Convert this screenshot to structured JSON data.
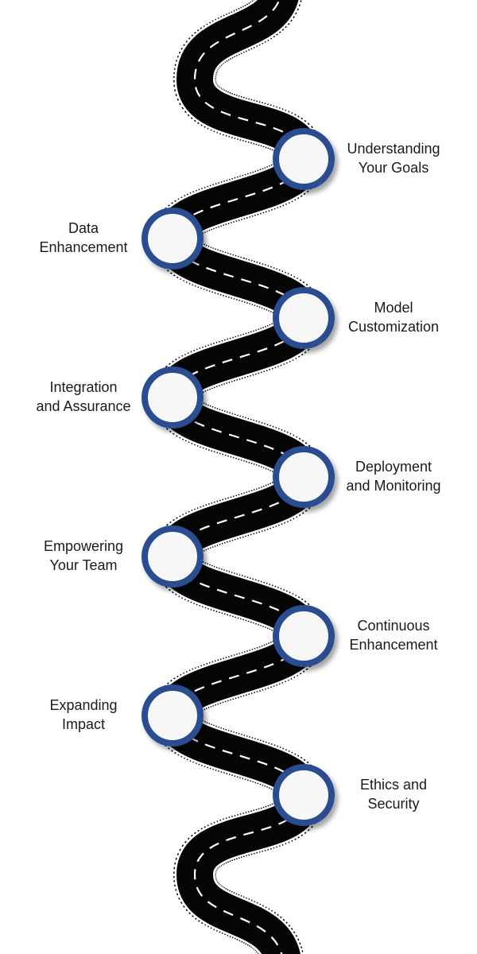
{
  "roadmap": {
    "colors": {
      "road": "#050505",
      "lane_marking": "#ffffff",
      "node_ring": "#2c4e91",
      "node_fill": "#f7f7f7",
      "label_text": "#1a1a1a"
    },
    "milestones": [
      {
        "line1": "Understanding",
        "line2": "Your Goals"
      },
      {
        "line1": "Data",
        "line2": "Enhancement"
      },
      {
        "line1": "Model",
        "line2": "Customization"
      },
      {
        "line1": "Integration",
        "line2": "and Assurance"
      },
      {
        "line1": "Deployment",
        "line2": "and Monitoring"
      },
      {
        "line1": "Empowering",
        "line2": "Your Team"
      },
      {
        "line1": "Continuous",
        "line2": "Enhancement"
      },
      {
        "line1": "Expanding",
        "line2": "Impact"
      },
      {
        "line1": "Ethics and",
        "line2": "Security"
      }
    ]
  }
}
